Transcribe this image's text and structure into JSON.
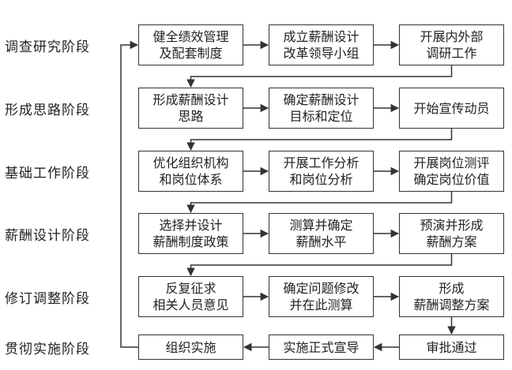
{
  "stages": [
    "调查研究阶段",
    "形成思路阶段",
    "基础工作阶段",
    "薪酬设计阶段",
    "修订调整阶段",
    "贯彻实施阶段"
  ],
  "rows": [
    [
      "健全绩效管理\n及配套制度",
      "成立薪酬设计\n改革领导小组",
      "开展内外部\n调研工作"
    ],
    [
      "形成薪酬设计\n思路",
      "确定薪酬设计\n目标和定位",
      "开始宣传动员"
    ],
    [
      "优化组织机构\n和岗位体系",
      "开展工作分析\n和岗位分析",
      "开展岗位测评\n确定岗位价值"
    ],
    [
      "选择并设计\n薪酬制度政策",
      "测算并确定\n薪酬水平",
      "预演并形成\n薪酬方案"
    ],
    [
      "反复征求\n相关人员意见",
      "确定问题修改\n并在此测算",
      "形成\n薪酬调整方案"
    ],
    [
      "组织实施",
      "实施正式宣导",
      "审批通过"
    ]
  ],
  "colors": {
    "line": "#333333",
    "text": "#222222",
    "background": "#ffffff"
  }
}
